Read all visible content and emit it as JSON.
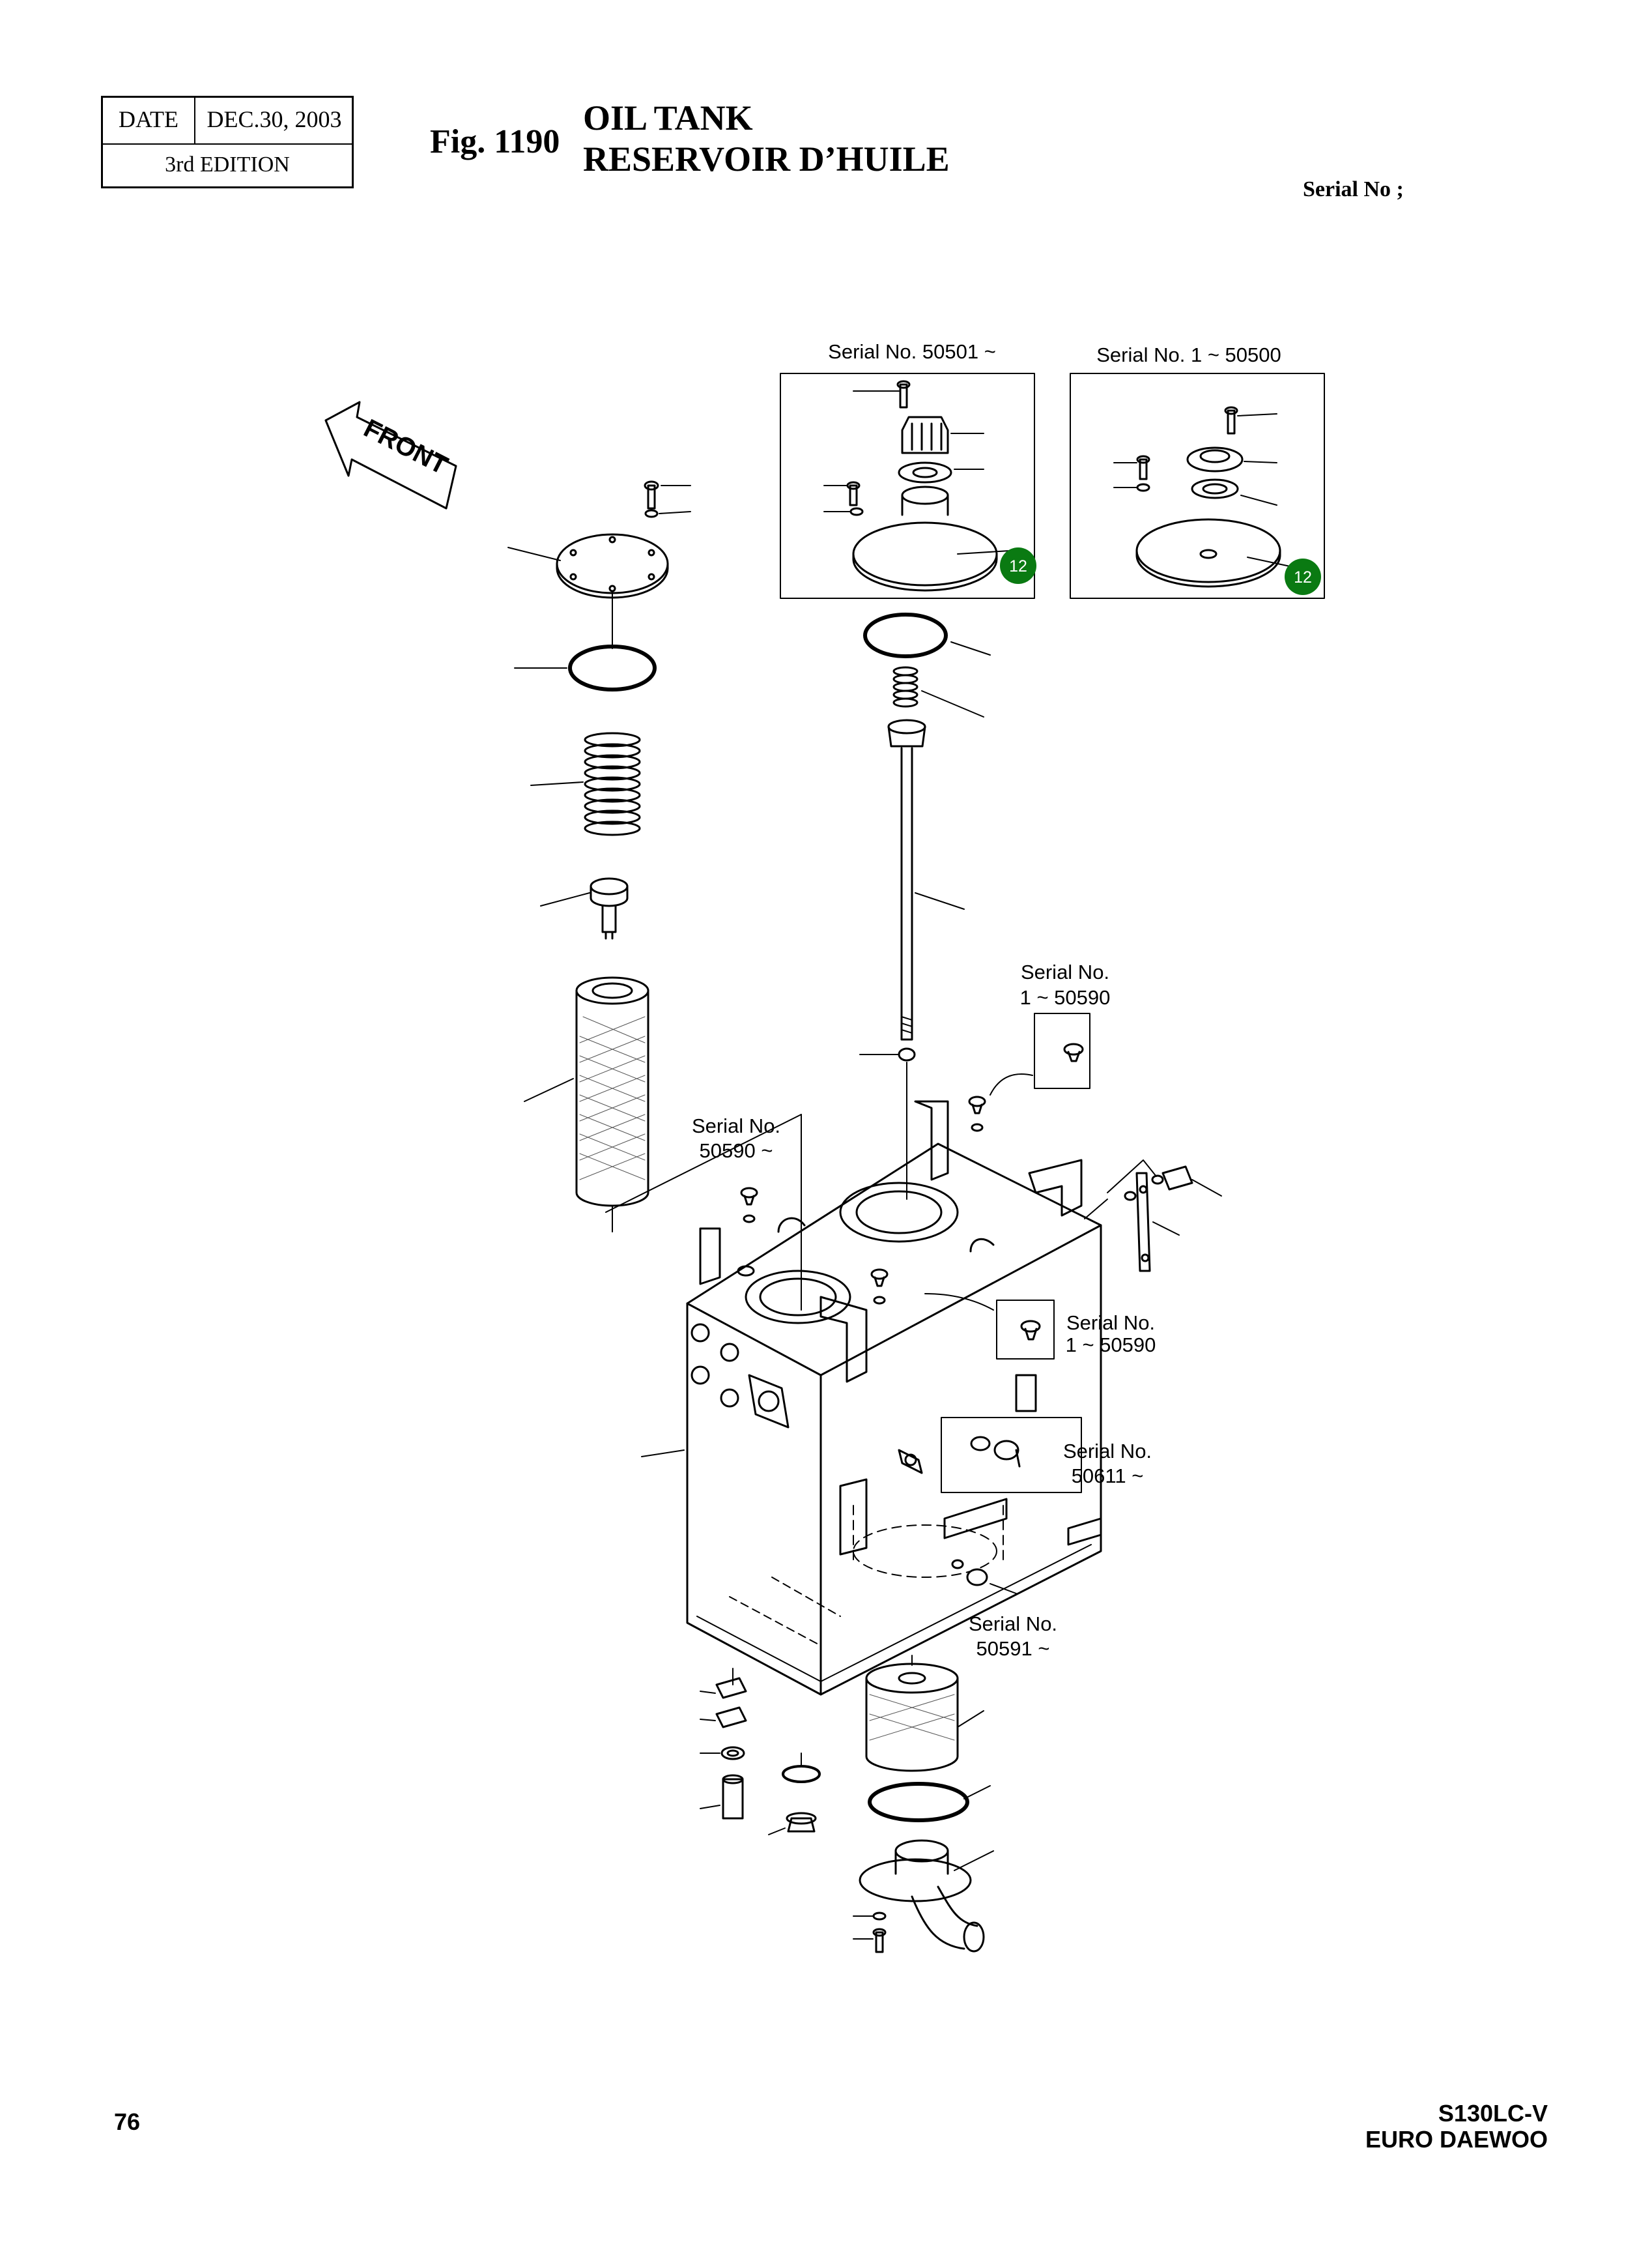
{
  "header": {
    "date_label": "DATE",
    "date_value": "DEC.30, 2003",
    "edition": "3rd  EDITION",
    "fig_number": "Fig. 1190",
    "title_en": "OIL TANK",
    "title_fr": "RESERVOIR D’HUILE",
    "serial_label": "Serial No ;"
  },
  "diagram": {
    "front_label": "FRONT",
    "badge_left": "12",
    "badge_right": "12",
    "serial_notes": {
      "top_left": "Serial No. 50501 ~",
      "top_right": "Serial No. 1 ~ 50500",
      "upper_right_a": "Serial No.",
      "upper_right_b": "1 ~ 50590",
      "left_a": "Serial No.",
      "left_b": "50590 ~",
      "mid_right_a": "Serial No.",
      "mid_right_b": "1 ~ 50590",
      "lower_right_a": "Serial No.",
      "lower_right_b": "50611 ~",
      "bottom_a": "Serial No.",
      "bottom_b": "50591 ~"
    }
  },
  "footer": {
    "page_number": "76",
    "model": "S130LC-V",
    "brand": "EURO DAEWOO"
  },
  "colors": {
    "badge_fill": "#0a7a12",
    "line": "#000000"
  }
}
